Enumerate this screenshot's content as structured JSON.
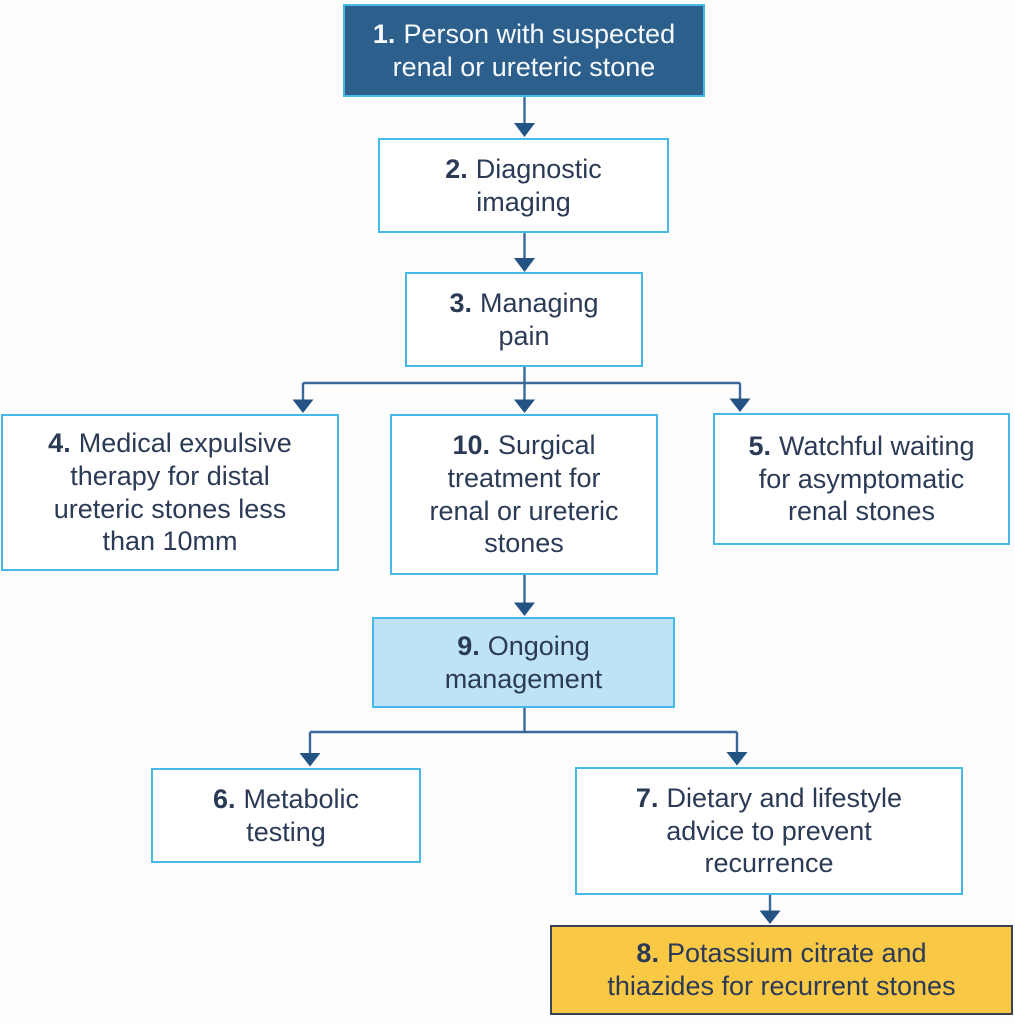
{
  "diagram": {
    "kind": "flowchart",
    "subject": "Renal or ureteric stones care pathway",
    "colors": {
      "dark_node_fill": "#2d5f8d",
      "dark_node_text": "#f7fafc",
      "light_cyan_border": "#45b9e8",
      "light_blue_fill": "#bee3f6",
      "yellow_fill": "#f9c845",
      "yellow_border": "#3a4356",
      "text_navy": "#2b3a55",
      "arrow_line": "#3a689a",
      "arrow_head": "#235383",
      "background": "#fdfdfd"
    },
    "edges": [
      [
        "1",
        "2"
      ],
      [
        "2",
        "3"
      ],
      [
        "3",
        "4"
      ],
      [
        "3",
        "10"
      ],
      [
        "3",
        "5"
      ],
      [
        "10",
        "9"
      ],
      [
        "9",
        "6"
      ],
      [
        "9",
        "7"
      ],
      [
        "7",
        "8"
      ]
    ]
  },
  "nodes": [
    {
      "id": "1",
      "num": "1.",
      "text": "Person with suspected\nrenal or ureteric stone",
      "style": "dark"
    },
    {
      "id": "2",
      "num": "2.",
      "text": "Diagnostic\nimaging",
      "style": "plain"
    },
    {
      "id": "3",
      "num": "3.",
      "text": "Managing\npain",
      "style": "plain"
    },
    {
      "id": "4",
      "num": "4.",
      "text": "Medical expulsive\ntherapy for distal\nureteric stones less\nthan 10mm",
      "style": "plain"
    },
    {
      "id": "10",
      "num": "10.",
      "text": "Surgical\ntreatment for\nrenal or ureteric\nstones",
      "style": "plain"
    },
    {
      "id": "5",
      "num": "5.",
      "text": "Watchful waiting\nfor asymptomatic\nrenal stones",
      "style": "plain"
    },
    {
      "id": "9",
      "num": "9.",
      "text": "Ongoing\nmanagement",
      "style": "lightblue"
    },
    {
      "id": "6",
      "num": "6.",
      "text": "Metabolic\ntesting",
      "style": "plain"
    },
    {
      "id": "7",
      "num": "7.",
      "text": "Dietary and lifestyle\nadvice to prevent\nrecurrence",
      "style": "plain"
    },
    {
      "id": "8",
      "num": "8.",
      "text": "Potassium citrate and\nthiazides for recurrent stones",
      "style": "yellow"
    }
  ]
}
